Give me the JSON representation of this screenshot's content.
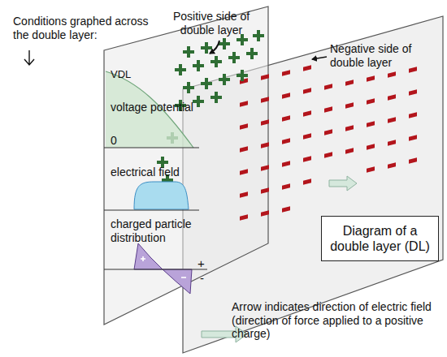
{
  "diagram": {
    "nodes": [
      {
        "text": [
          "Diagram of a double layer (DL)"
        ]
      }
    ],
    "labels": [
      "Positive side of double layer",
      "Negative side of double layer",
      "Conditions graphed across the double layer:",
      "VDL",
      "voltage potential",
      "0",
      "electrical field",
      "charged particle distribution",
      "+",
      "-",
      "Arrow indicates direction of electric field (direction of force applied to a positive charge)"
    ]
  }
}
